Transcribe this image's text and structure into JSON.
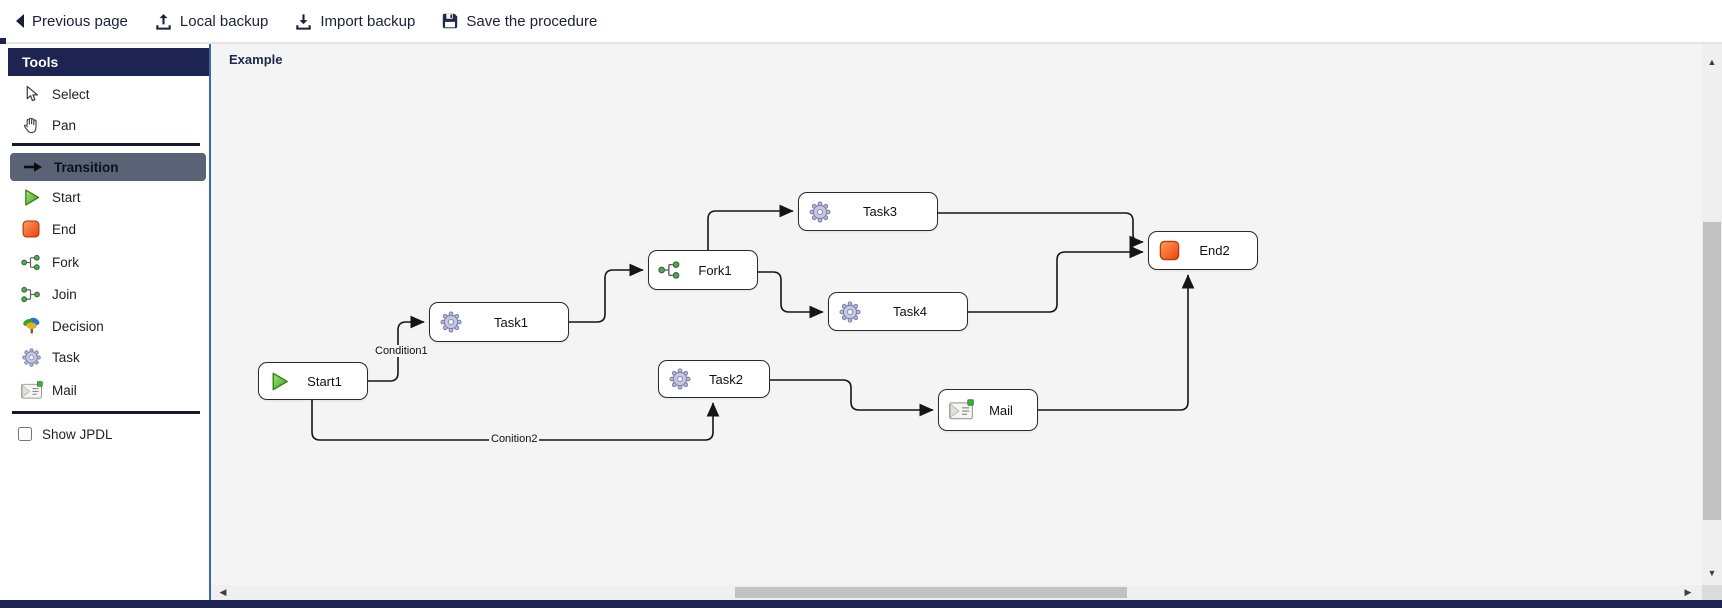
{
  "toolbar": {
    "previous_label": "Previous page",
    "local_backup_label": "Local backup",
    "import_backup_label": "Import backup",
    "save_label": "Save the procedure"
  },
  "sidebar": {
    "title": "Tools",
    "tools": [
      {
        "label": "Select",
        "icon": "cursor-icon",
        "selected": false
      },
      {
        "label": "Pan",
        "icon": "hand-icon",
        "selected": false
      },
      {
        "label": "Transition",
        "icon": "transition-arrow-icon",
        "selected": true
      },
      {
        "label": "Start",
        "icon": "start-icon",
        "selected": false
      },
      {
        "label": "End",
        "icon": "end-icon",
        "selected": false
      },
      {
        "label": "Fork",
        "icon": "fork-icon",
        "selected": false
      },
      {
        "label": "Join",
        "icon": "join-icon",
        "selected": false
      },
      {
        "label": "Decision",
        "icon": "decision-icon",
        "selected": false
      },
      {
        "label": "Task",
        "icon": "task-gear-icon",
        "selected": false
      },
      {
        "label": "Mail",
        "icon": "mail-icon",
        "selected": false
      }
    ],
    "show_jpdl": {
      "label": "Show JPDL",
      "checked": false
    }
  },
  "canvas": {
    "title": "Example",
    "nodes": [
      {
        "id": "start1",
        "label": "Start1",
        "type": "start"
      },
      {
        "id": "task1",
        "label": "Task1",
        "type": "task"
      },
      {
        "id": "fork1",
        "label": "Fork1",
        "type": "fork"
      },
      {
        "id": "task3",
        "label": "Task3",
        "type": "task"
      },
      {
        "id": "task4",
        "label": "Task4",
        "type": "task"
      },
      {
        "id": "end2",
        "label": "End2",
        "type": "end"
      },
      {
        "id": "task2",
        "label": "Task2",
        "type": "task"
      },
      {
        "id": "mail",
        "label": "Mail",
        "type": "mail"
      }
    ],
    "edge_labels": [
      {
        "text": "Condition1"
      },
      {
        "text": "Conition2"
      }
    ]
  },
  "colors": {
    "navy": "#1d2452",
    "selected_tool_bg": "#5a6376",
    "divider_blue": "#3b6aa0",
    "canvas_bg": "#f4f4f4",
    "start_green": "#46a021",
    "end_orange": "#e8430e",
    "gear_purple": "#b9bcdb",
    "fork_green": "#58a558",
    "scroll_thumb": "#c2c2c2"
  }
}
